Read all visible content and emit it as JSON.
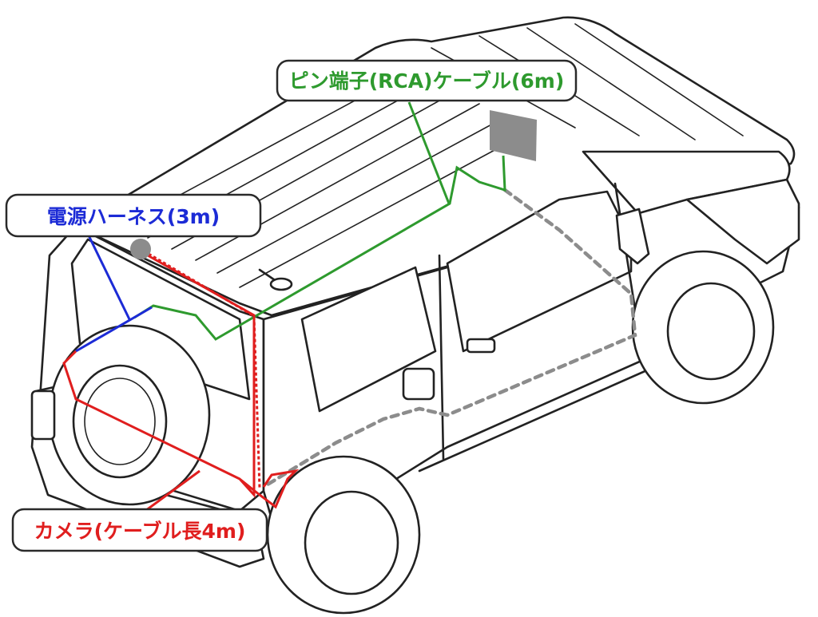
{
  "callouts": {
    "rca": {
      "label": "ピン端子(RCA)ケーブル(6m)",
      "color": "#2e9a2e"
    },
    "power": {
      "label": "電源ハーネス(3m)",
      "color": "#1c2bd6"
    },
    "camera": {
      "label": "カメラ(ケーブル長4m)",
      "color": "#e01e1e"
    }
  },
  "colors": {
    "vehicle_outline": "#222222",
    "route_hidden": "#8c8c8c",
    "monitor": "#8c8c8c",
    "background": "#ffffff"
  },
  "icons": [
    "vehicle-illustration",
    "monitor-icon",
    "antenna-icon",
    "power-connector-icon"
  ]
}
